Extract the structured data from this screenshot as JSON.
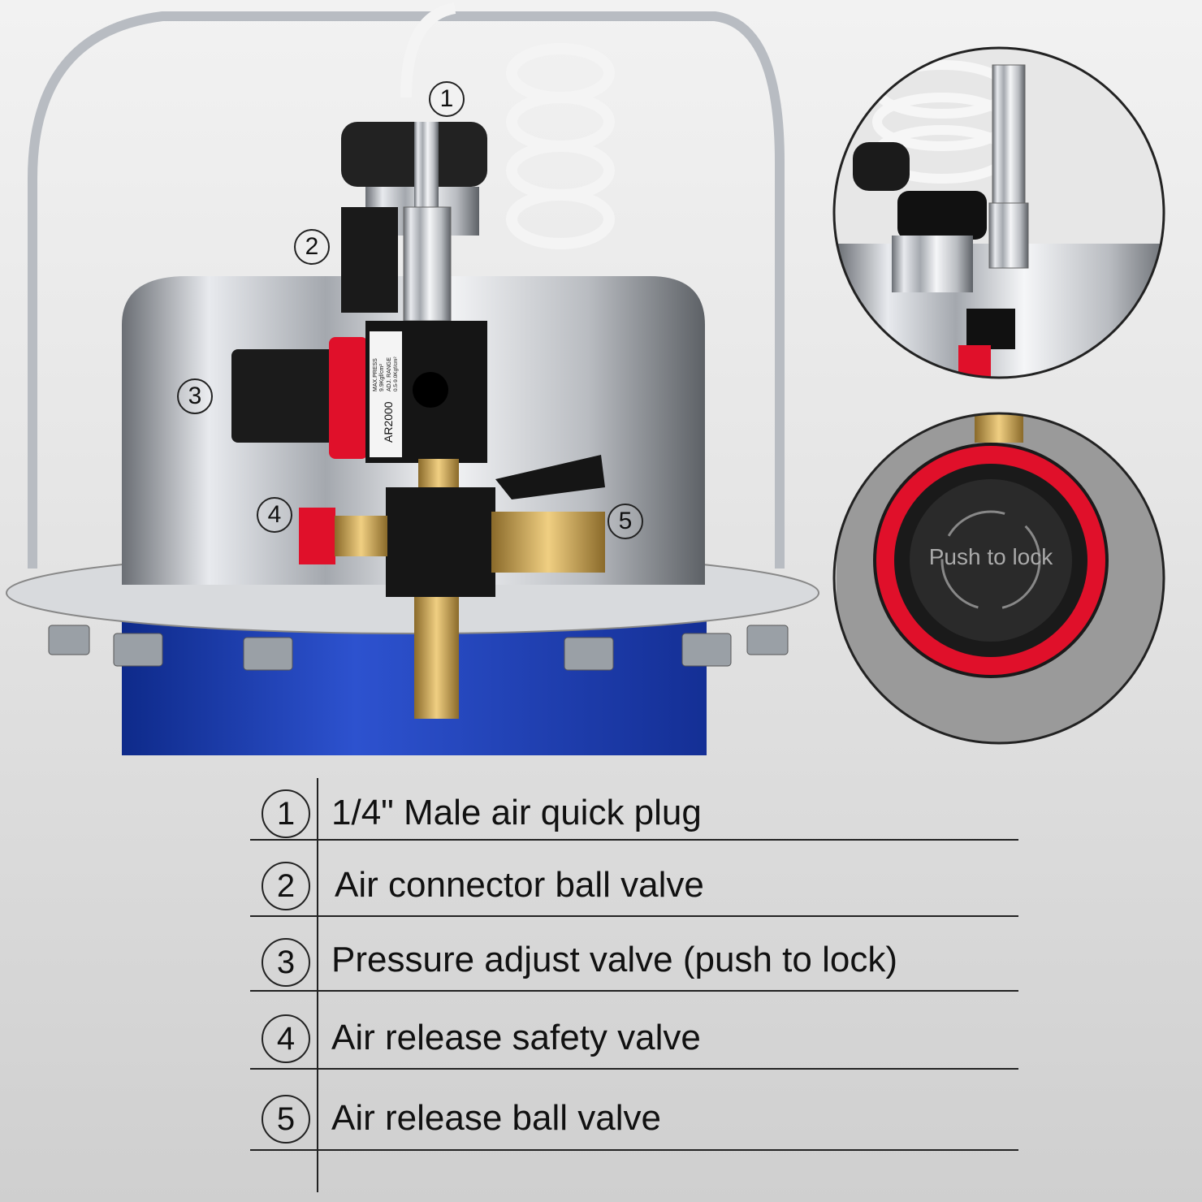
{
  "legend": {
    "items": [
      {
        "num": "1",
        "label": "1/4\" Male air quick plug"
      },
      {
        "num": "2",
        "label": "Air connector ball valve"
      },
      {
        "num": "3",
        "label": "Pressure adjust valve (push to lock)"
      },
      {
        "num": "4",
        "label": "Air release safety valve"
      },
      {
        "num": "5",
        "label": "Air release ball valve"
      }
    ]
  },
  "regulator": {
    "model": "AR2000",
    "spec_line1": "MAX.PRESS",
    "spec_line2": "9.9Kgf/cm²",
    "spec_line3": "ADJ. RANGE",
    "spec_line4": "0.5-9.0Kgf/cm²"
  },
  "detail": {
    "knob_text": "Push to lock"
  },
  "colors": {
    "tank_blue": "#1f3fa8",
    "knob_red": "#e0102a",
    "chrome": "#c9ccd0",
    "brass": "#c9a04a"
  }
}
